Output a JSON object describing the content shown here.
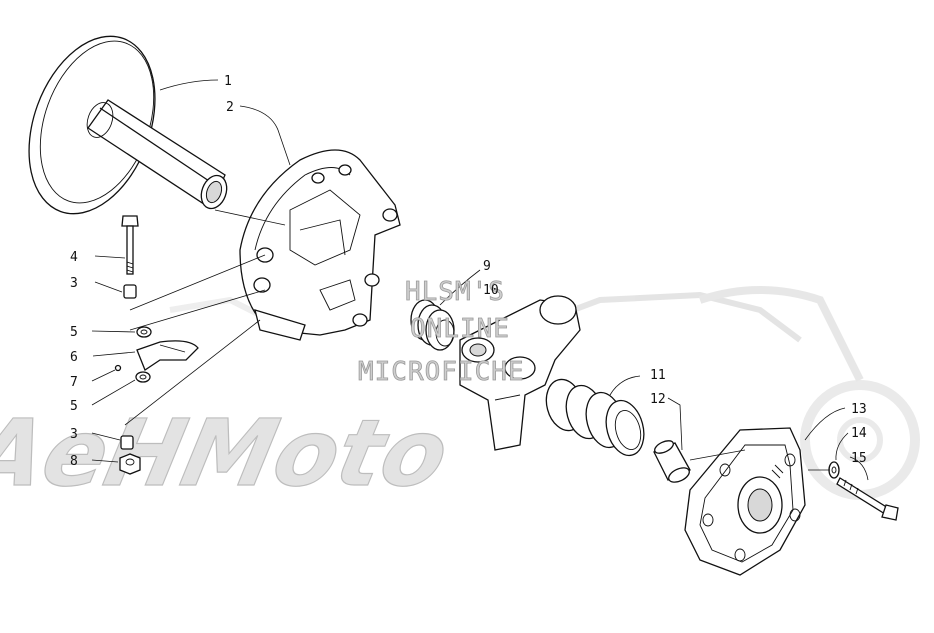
{
  "watermark": {
    "line1": "HLSM'S",
    "line2": "ONLINE",
    "line3": "MICROFICHE",
    "logo": "AeHMoto"
  },
  "callouts": [
    {
      "id": "c1",
      "text": "1"
    },
    {
      "id": "c2",
      "text": "2"
    },
    {
      "id": "c3a",
      "text": "3"
    },
    {
      "id": "c3b",
      "text": "3"
    },
    {
      "id": "c4",
      "text": "4"
    },
    {
      "id": "c5a",
      "text": "5"
    },
    {
      "id": "c5b",
      "text": "5"
    },
    {
      "id": "c6",
      "text": "6"
    },
    {
      "id": "c7",
      "text": "7"
    },
    {
      "id": "c8",
      "text": "8"
    },
    {
      "id": "c9",
      "text": "9"
    },
    {
      "id": "c10",
      "text": "10"
    },
    {
      "id": "c11",
      "text": "11"
    },
    {
      "id": "c12",
      "text": "12"
    },
    {
      "id": "c13",
      "text": "13"
    },
    {
      "id": "c14",
      "text": "14"
    },
    {
      "id": "c15",
      "text": "15"
    }
  ]
}
